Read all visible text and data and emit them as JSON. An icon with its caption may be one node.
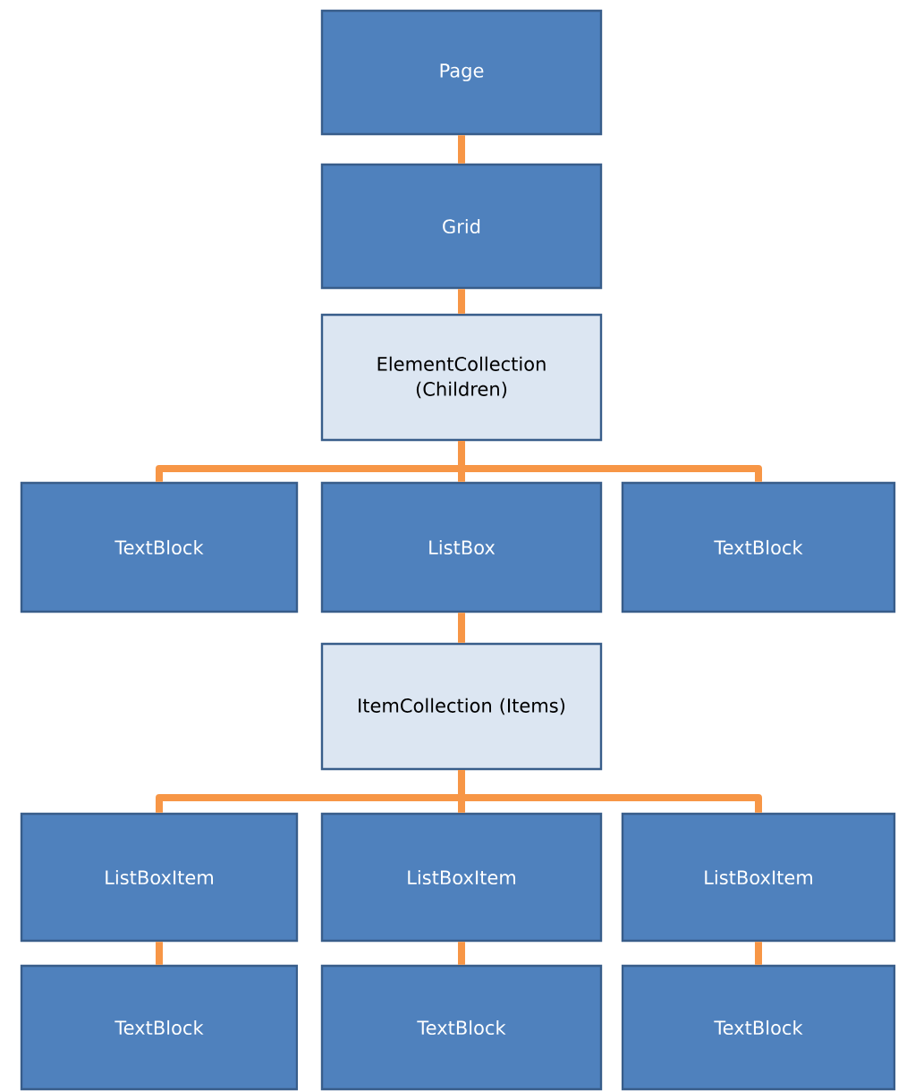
{
  "diagram": {
    "nodes": [
      {
        "text": [
          "Page"
        ]
      },
      {
        "text": [
          "Grid"
        ]
      },
      {
        "text": [
          "ElementCollection (Children)"
        ]
      },
      {
        "text": [
          "TextBlock"
        ]
      },
      {
        "text": [
          "ListBox"
        ]
      },
      {
        "text": [
          "TextBlock"
        ]
      },
      {
        "text": [
          "ItemCollection (Items)"
        ]
      },
      {
        "text": [
          "ListBoxItem"
        ]
      },
      {
        "text": [
          "ListBoxItem"
        ]
      },
      {
        "text": [
          "ListBoxItem"
        ]
      },
      {
        "text": [
          "TextBlock"
        ]
      },
      {
        "text": [
          "TextBlock"
        ]
      },
      {
        "text": [
          "TextBlock"
        ]
      }
    ],
    "edges": [
      {
        "from": 0,
        "to": 1,
        "arrow": "none"
      },
      {
        "from": 1,
        "to": 2,
        "arrow": "none"
      },
      {
        "from": 2,
        "to": 3,
        "arrow": "none"
      },
      {
        "from": 2,
        "to": 4,
        "arrow": "none"
      },
      {
        "from": 2,
        "to": 5,
        "arrow": "none"
      },
      {
        "from": 4,
        "to": 6,
        "arrow": "none"
      },
      {
        "from": 6,
        "to": 7,
        "arrow": "none"
      },
      {
        "from": 6,
        "to": 8,
        "arrow": "none"
      },
      {
        "from": 6,
        "to": 9,
        "arrow": "none"
      },
      {
        "from": 7,
        "to": 10,
        "arrow": "none"
      },
      {
        "from": 8,
        "to": 11,
        "arrow": "none"
      },
      {
        "from": 9,
        "to": 12,
        "arrow": "none"
      }
    ]
  }
}
